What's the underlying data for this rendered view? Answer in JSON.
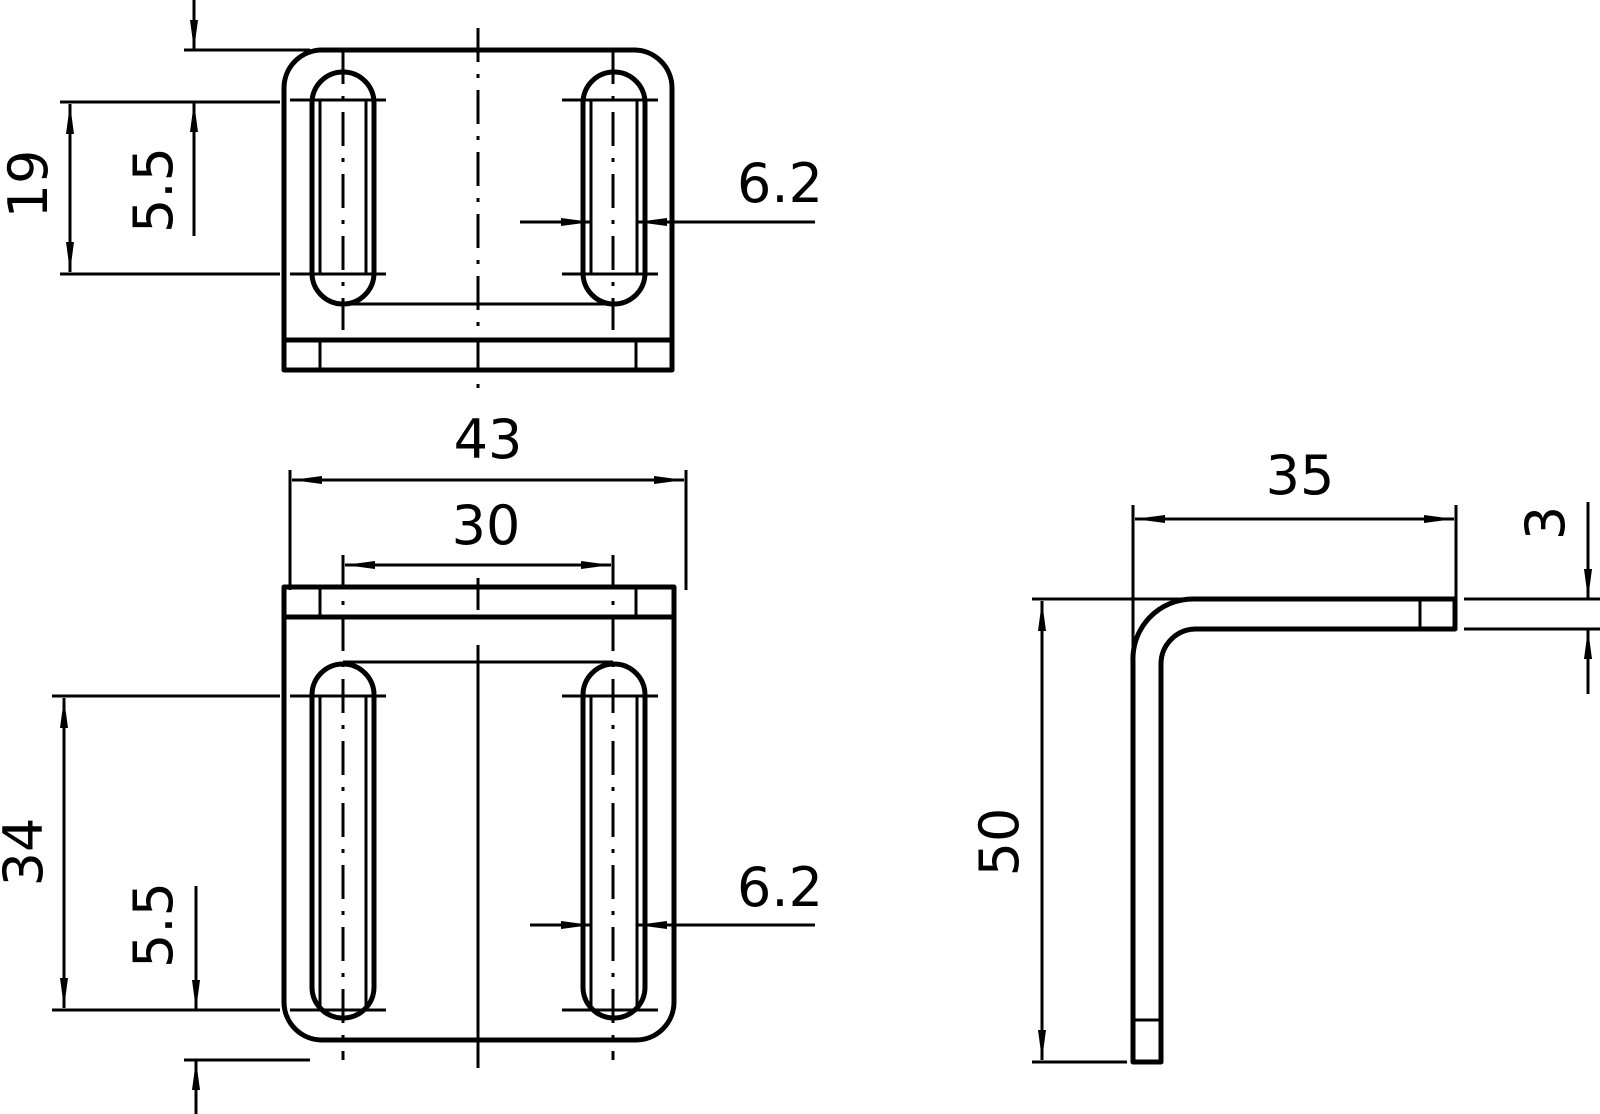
{
  "drawing": {
    "top_view": {
      "dimensions": {
        "slot_length": "19",
        "slot_offset": "5.5",
        "slot_width": "6.2"
      }
    },
    "front_view": {
      "dimensions": {
        "overall_width": "43",
        "hole_spacing": "30",
        "slot_length": "34",
        "slot_offset": "5.5",
        "slot_width": "6.2"
      }
    },
    "side_view": {
      "dimensions": {
        "flange_length": "35",
        "thickness": "3",
        "height": "50"
      }
    },
    "line_color": "#000000",
    "background_color": "#ffffff"
  }
}
